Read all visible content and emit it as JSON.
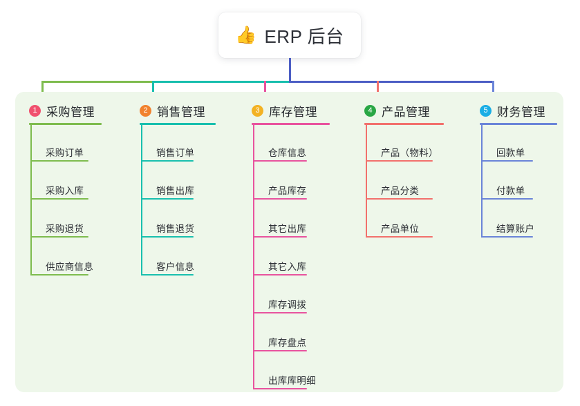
{
  "diagram": {
    "root": {
      "icon": "thumbs-up-emoji",
      "icon_glyph": "👍",
      "title": "ERP 后台"
    },
    "stem_color": "#4c5ec4",
    "panel_color": "#eef7ea",
    "columns": [
      {
        "number": "1",
        "title": "采购管理",
        "badge_color": "#f0506e",
        "line_color": "#7ebc4e",
        "items": [
          "采购订单",
          "采购入库",
          "采购退货",
          "供应商信息"
        ]
      },
      {
        "number": "2",
        "title": "销售管理",
        "badge_color": "#f1822e",
        "line_color": "#18bfae",
        "items": [
          "销售订单",
          "销售出库",
          "销售退货",
          "客户信息"
        ]
      },
      {
        "number": "3",
        "title": "库存管理",
        "badge_color": "#f3b223",
        "line_color": "#e8539e",
        "items": [
          "仓库信息",
          "产品库存",
          "其它出库",
          "其它入库",
          "库存调拨",
          "库存盘点",
          "出库库明细"
        ]
      },
      {
        "number": "4",
        "title": "产品管理",
        "badge_color": "#29a745",
        "line_color": "#f2706c",
        "items": [
          "产品（物料）",
          "产品分类",
          "产品单位"
        ]
      },
      {
        "number": "5",
        "title": "财务管理",
        "badge_color": "#1aaee5",
        "line_color": "#6a84d8",
        "items": [
          "回款单",
          "付款单",
          "结算账户"
        ]
      }
    ]
  }
}
